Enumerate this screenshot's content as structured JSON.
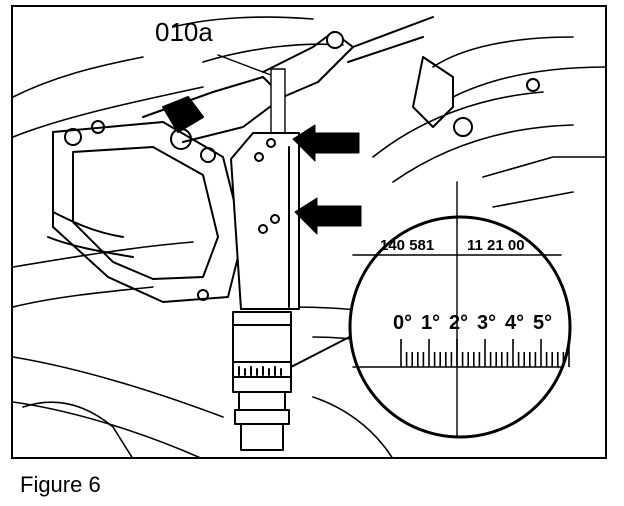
{
  "figure": {
    "callout_label": "010a",
    "caption": "Figure 6"
  },
  "scale": {
    "part_numbers": [
      "140 581",
      "11 21 00"
    ],
    "degree_marks": [
      "0°",
      "1°",
      "2°",
      "3°",
      "4°",
      "5°"
    ]
  }
}
